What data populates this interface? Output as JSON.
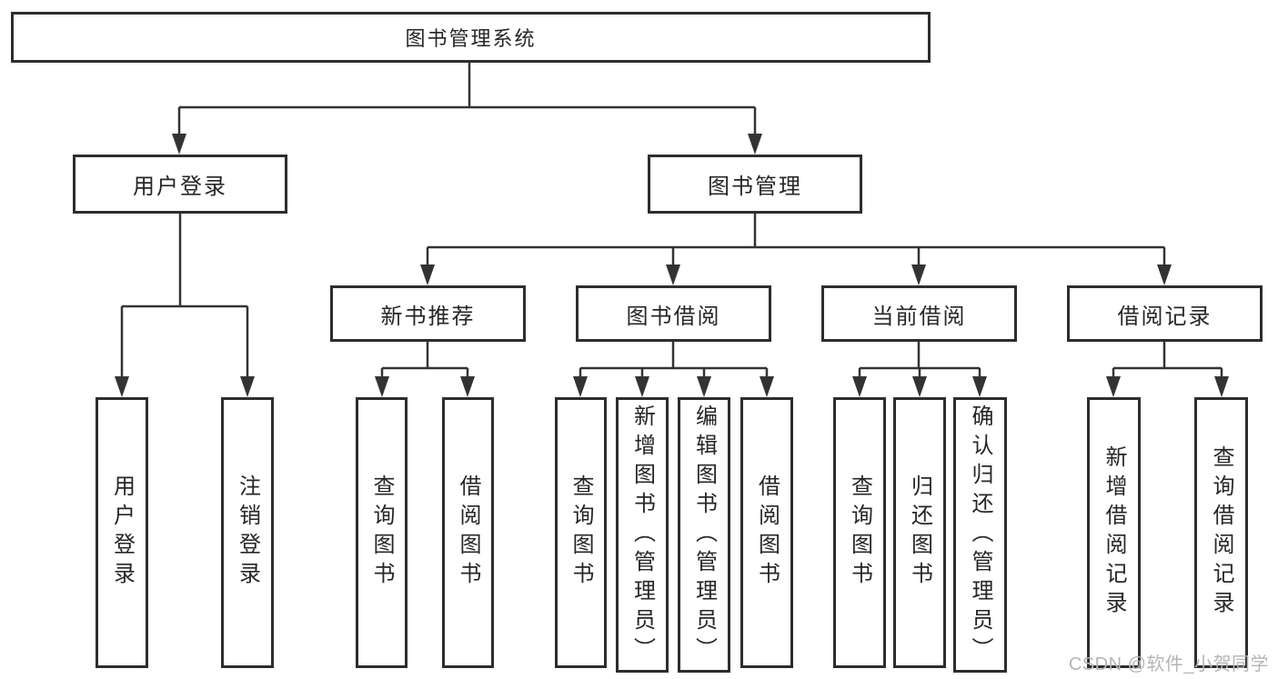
{
  "colors": {
    "line": "#333333",
    "box_border": "#2d2d2d",
    "text": "#262626",
    "watermark": "#b5b5b5",
    "background": "#ffffff"
  },
  "watermark": {
    "text": "CSDN @软件_小贺同学"
  },
  "tree": {
    "root": {
      "label": "图书管理系统"
    },
    "branches": [
      {
        "label": "用户登录",
        "children": [
          "用户登录",
          "注销登录"
        ]
      },
      {
        "label": "图书管理",
        "groups": [
          {
            "label": "新书推荐",
            "children": [
              "查询图书",
              "借阅图书"
            ]
          },
          {
            "label": "图书借阅",
            "children": [
              "查询图书",
              "新增图书（管理员）",
              "编辑图书（管理员）",
              "借阅图书"
            ]
          },
          {
            "label": "当前借阅",
            "children": [
              "查询图书",
              "归还图书",
              "确认归还（管理员）"
            ]
          },
          {
            "label": "借阅记录",
            "children": [
              "新增借阅记录",
              "查询借阅记录"
            ]
          }
        ]
      }
    ]
  }
}
